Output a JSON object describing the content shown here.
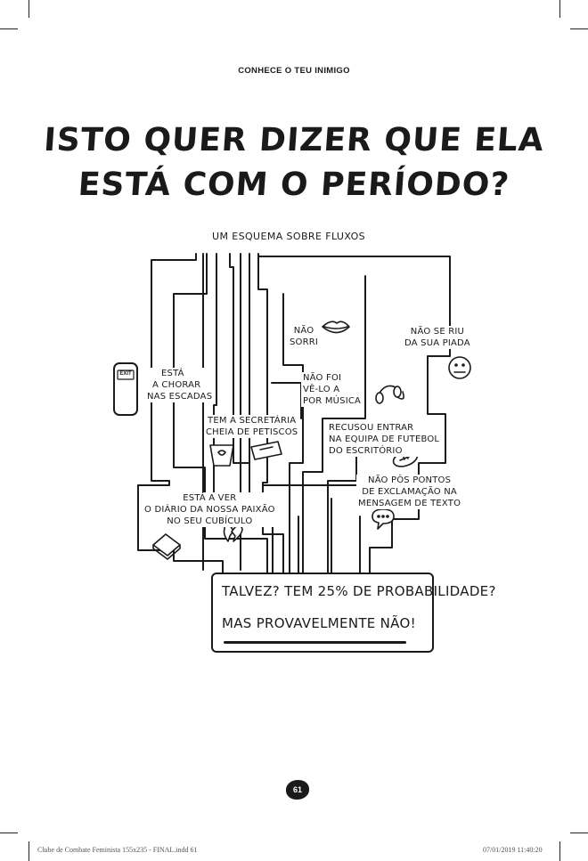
{
  "running_head": "CONHECE O TEU INIMIGO",
  "title": [
    "ISTO QUER DIZER QUE ELA",
    "ESTÁ COM O PERÍODO?"
  ],
  "subtitle": "UM ESQUEMA SOBRE FLUXOS",
  "labels": {
    "nao_sorri": [
      "NÃO",
      "SORRI"
    ],
    "nao_se_riu": [
      "NÃO SE RIU",
      "DA SUA PIADA"
    ],
    "esta_a_chorar": [
      "ESTÁ",
      "A CHORAR",
      "NAS ESCADAS"
    ],
    "nao_foi_ve_lo": [
      "NÃO FOI",
      "VÊ-LO A",
      "POR MÚSICA"
    ],
    "secretaria": [
      "TEM A SECRETÁRIA",
      "CHEIA DE PETISCOS"
    ],
    "recusou": [
      "RECUSOU ENTRAR",
      "NA EQUIPA DE FUTEBOL",
      "DO ESCRITÓRIO"
    ],
    "nao_pos_pontos": [
      "NÃO PÔS PONTOS",
      "DE EXCLAMAÇÃO NA",
      "MENSAGEM DE TEXTO"
    ],
    "diario": [
      "ESTÁ A VER",
      "O DIÁRIO DA NOSSA PAIXÃO",
      "NO SEU CUBÍCULO"
    ]
  },
  "exit_sign": "EXIT",
  "result": {
    "line1": "TALVEZ? TEM 25% DE PROBABILIDADE?",
    "line2": "MAS PROVAVELMENTE NÃO!"
  },
  "page_number": "61",
  "slug": {
    "left": "Clube de Combate Feminista 155x235 - FINAL.indd   61",
    "right": "07/01/2019   11:40:20"
  },
  "colors": {
    "ink": "#1a1a1a",
    "paper": "#ffffff"
  },
  "icons": [
    "exit-sign-icon",
    "lips-icon",
    "neutral-face-icon",
    "headphones-icon",
    "snack-packets-icon",
    "football-icon",
    "speech-bubble-icon",
    "book-icon",
    "broken-heart-icon"
  ]
}
